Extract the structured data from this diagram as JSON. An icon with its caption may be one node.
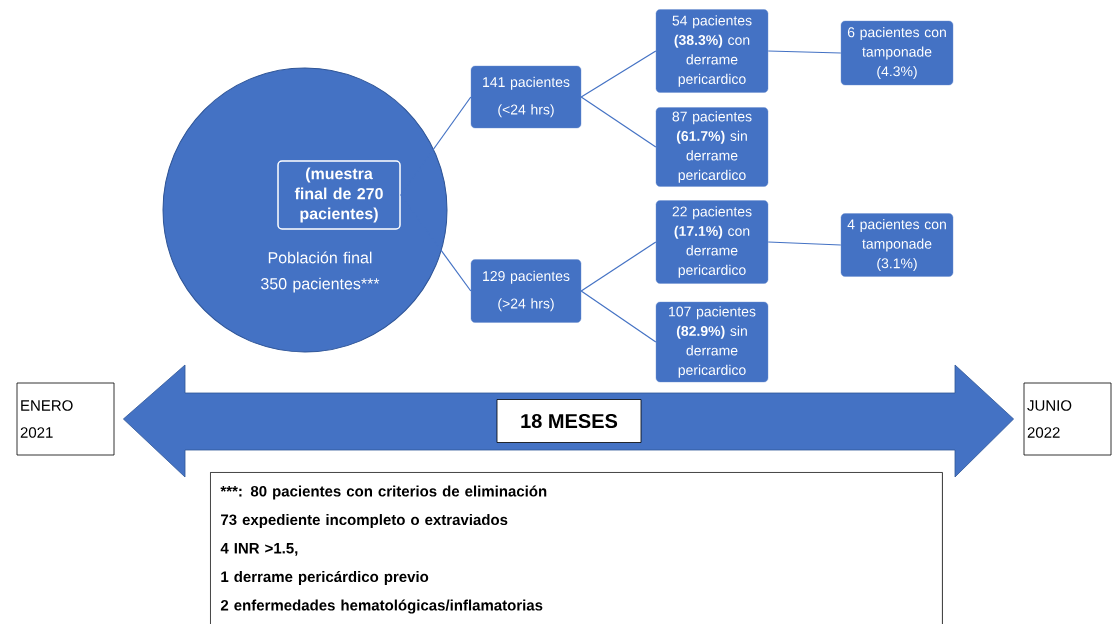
{
  "diagram": {
    "nodes": [
      {
        "text": [
          "Población final 350 pacientes***"
        ]
      },
      {
        "text": [
          "(muestra final de 270 pacientes)"
        ],
        "in": 0
      },
      {
        "text": [
          "141 pacientes",
          "(<24 hrs)"
        ]
      },
      {
        "text": [
          "129 pacientes",
          "(>24 hrs)"
        ]
      },
      {
        "text": [
          "54 pacientes **(38.3%)** con derrame pericardico"
        ]
      },
      {
        "text": [
          "87 pacientes **(61.7%)** sin derrame pericardico"
        ]
      },
      {
        "text": [
          "22 pacientes **(17.1%)** con derrame pericardico"
        ]
      },
      {
        "text": [
          "107 pacientes **(82.9%)** sin derrame pericardico"
        ]
      },
      {
        "text": [
          "6 pacientes con tamponade (4.3%)"
        ]
      },
      {
        "text": [
          "4 pacientes con tamponade (3.1%)"
        ]
      },
      {
        "text": [
          "ENERO 2021"
        ]
      },
      {
        "text": [
          "JUNIO 2022"
        ]
      },
      {
        "text": [
          "18 MESES"
        ]
      },
      {
        "text": [
          "***: 80 pacientes con criterios de eliminación",
          "73 expediente incompleto o extraviados",
          "4 INR >1.5,",
          "1 derrame pericárdico previo",
          "2 enfermedades hematológicas/inflamatorias"
        ]
      }
    ],
    "edges": [
      {
        "from": 1,
        "to": 2,
        "arrow": "none"
      },
      {
        "from": 1,
        "to": 3,
        "arrow": "none"
      },
      {
        "from": 2,
        "to": 4,
        "arrow": "none"
      },
      {
        "from": 2,
        "to": 5,
        "arrow": "none"
      },
      {
        "from": 3,
        "to": 6,
        "arrow": "none"
      },
      {
        "from": 3,
        "to": 7,
        "arrow": "none"
      },
      {
        "from": 4,
        "to": 8,
        "arrow": "none"
      },
      {
        "from": 6,
        "to": 9,
        "arrow": "none"
      },
      {
        "from": 10,
        "to": 11,
        "arrow": "both",
        "style": "thick"
      }
    ]
  }
}
